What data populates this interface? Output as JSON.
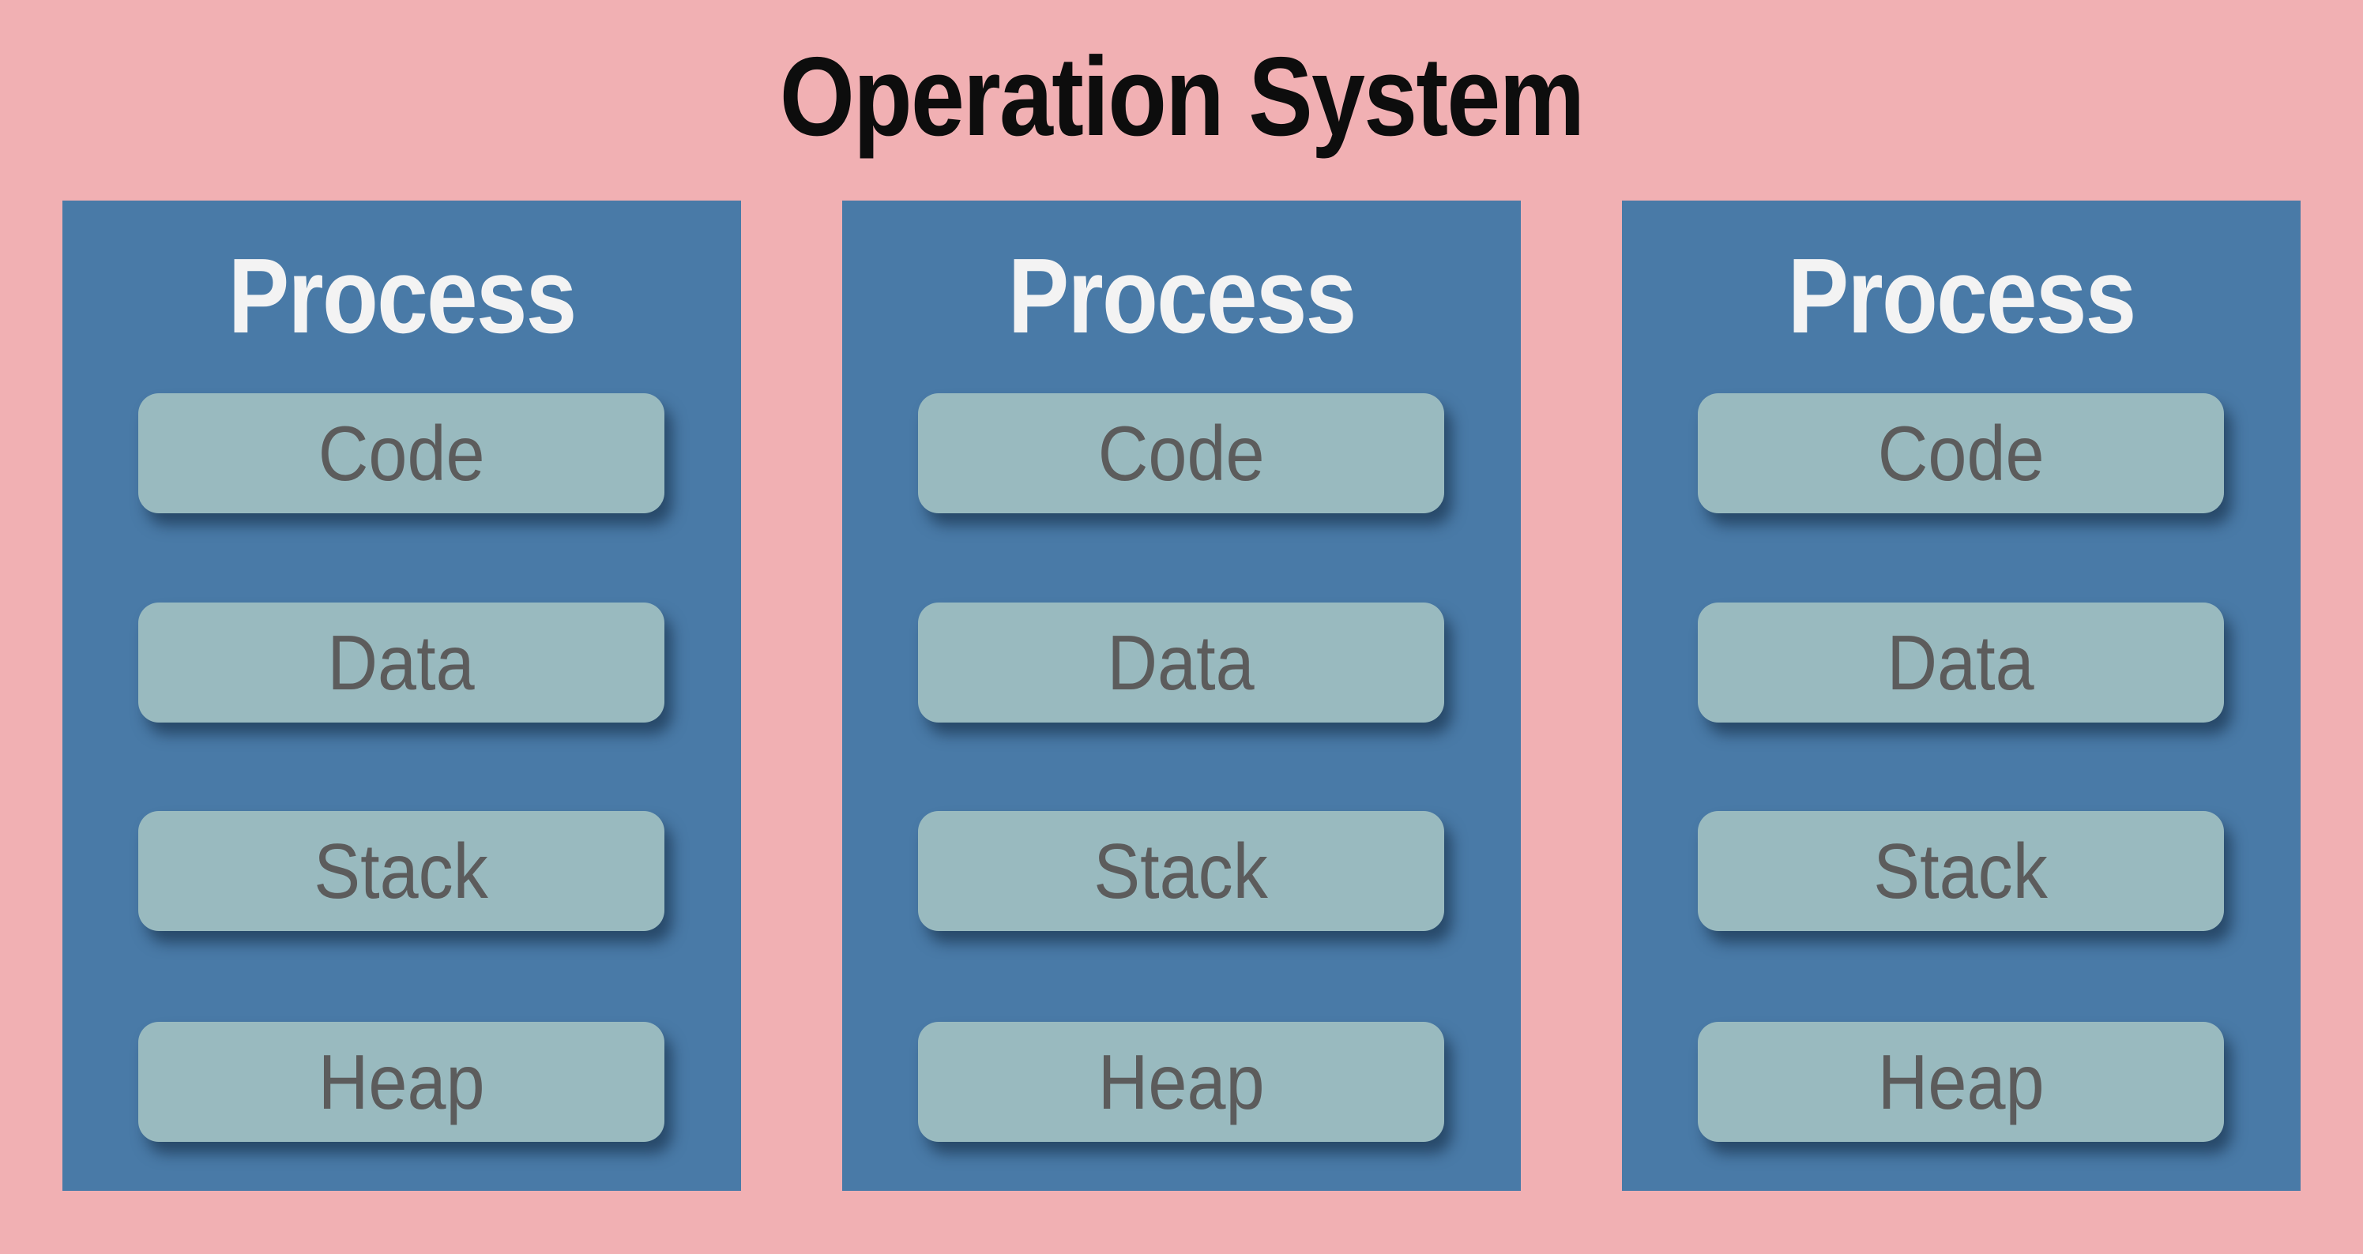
{
  "title": "Operation System",
  "colors": {
    "background": "#f1b0b3",
    "process_box": "#497aa7",
    "segment_box": "#99babf",
    "segment_shadow": "rgba(12,32,55,0.55)",
    "title_text": "#0d0d0d",
    "process_label_text": "#f3f3f3",
    "segment_label_text": "#5c5c5c"
  },
  "processes": [
    {
      "label": "Process",
      "segments": [
        "Code",
        "Data",
        "Stack",
        "Heap"
      ]
    },
    {
      "label": "Process",
      "segments": [
        "Code",
        "Data",
        "Stack",
        "Heap"
      ]
    },
    {
      "label": "Process",
      "segments": [
        "Code",
        "Data",
        "Stack",
        "Heap"
      ]
    }
  ]
}
